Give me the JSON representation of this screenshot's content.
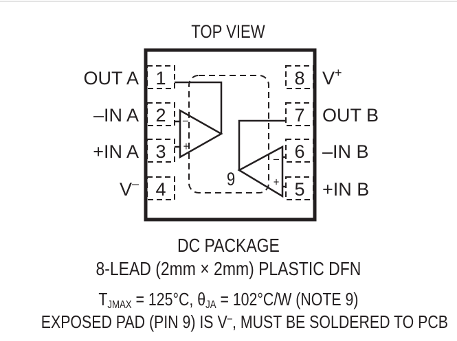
{
  "title": "TOP VIEW",
  "pins_left": [
    {
      "num": "1",
      "name": "OUT A"
    },
    {
      "num": "2",
      "name": "–IN A"
    },
    {
      "num": "3",
      "name": "+IN A"
    },
    {
      "num": "4",
      "name": "V",
      "sup": "–"
    }
  ],
  "pins_right": [
    {
      "num": "8",
      "name": "V",
      "sup": "+"
    },
    {
      "num": "7",
      "name": "OUT B"
    },
    {
      "num": "6",
      "name": "–IN B"
    },
    {
      "num": "5",
      "name": "+IN B"
    }
  ],
  "pad_label": "9",
  "amp_a": {
    "minus": "–",
    "plus": "+"
  },
  "amp_b": {
    "minus": "–",
    "plus": "+"
  },
  "package_name": "DC PACKAGE",
  "package_desc": "8-LEAD (2mm × 2mm) PLASTIC DFN",
  "thermal": {
    "t_main": "T",
    "t_sub": "JMAX",
    "t_val": " = 125°C, ",
    "theta": "θ",
    "theta_sub": "JA",
    "theta_val": " = 102°C/W (NOTE 9)"
  },
  "exposed_pad": {
    "prefix": "EXPOSED PAD (PIN 9) IS V",
    "sup": "–",
    "suffix": ", MUST BE SOLDERED TO PCB"
  }
}
